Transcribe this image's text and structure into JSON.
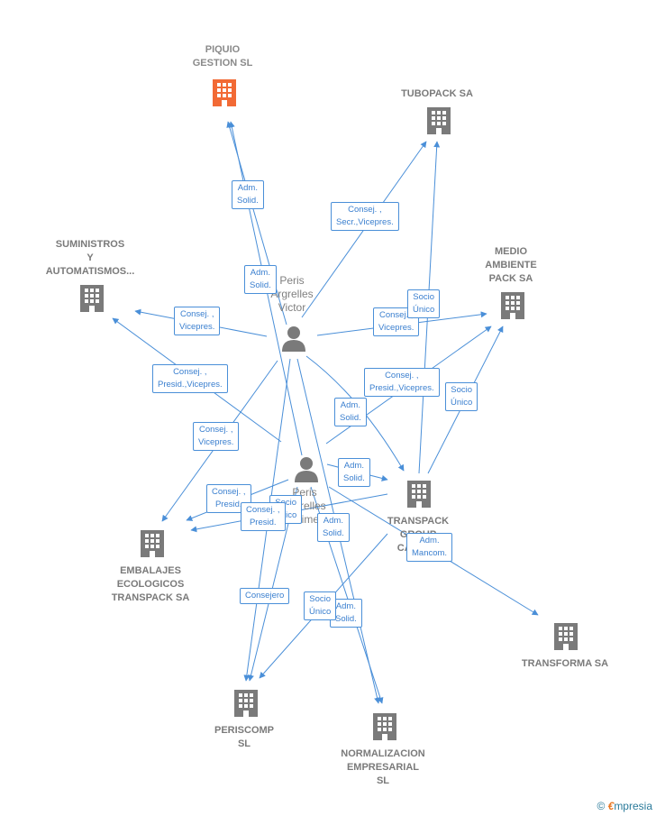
{
  "companies": {
    "piquio": "PIQUIO\nGESTION  SL",
    "tubopack": "TUBOPACK SA",
    "suministros": "SUMINISTROS\nY\nAUTOMATISMOS...",
    "medio": "MEDIO\nAMBIENTE\nPACK SA",
    "embalajes": "EMBALAJES\nECOLOGICOS\nTRANSPACK SA",
    "transpack": "TRANSPACK\nGROUP\nCARRES",
    "transforma": "TRANSFORMA SA",
    "periscomp": "PERISCOMP\nSL",
    "normalizacion": "NORMALIZACION\nEMPRESARIAL\nSL"
  },
  "persons": {
    "victor": "Peris\nArgrelles\nVictor",
    "other": "Peris\nArgrelles\nJaime"
  },
  "edge_labels": {
    "e1": "Adm.\nSolid.",
    "e2": "Adm.\nSolid.",
    "e3": "Consej. ,\nSecr.,Vicepres.",
    "e4": "Consej. ,\nVicepres.",
    "e5": "Consej. ,\nVicepres.",
    "e6": "Socio\nÚnico",
    "e7": "Consej. ,\nPresid.,Vicepres.",
    "e8": "Consej. ,\nPresid.,Vicepres.",
    "e9": "Socio\nÚnico",
    "e10": "Adm.\nSolid.",
    "e11": "Consej. ,\nVicepres.",
    "e12": "Adm.\nSolid.",
    "e13": "Consej. ,\nPresid.",
    "e14": "Socio\nÚnico",
    "e15": "Consej. ,\nPresid.",
    "e16": "Adm.\nSolid.",
    "e17": "Adm.\nMancom.",
    "e18": "Consejero",
    "e19": "Socio\nÚnico",
    "e20": "Adm.\nSolid."
  },
  "footer": {
    "copyright": "©",
    "brand_e": "€",
    "brand_rest": "mpresia"
  },
  "colors": {
    "edge": "#4a8fd8",
    "building": "#7a7a7a",
    "building_main": "#f26a35",
    "person": "#7a7a7a"
  }
}
